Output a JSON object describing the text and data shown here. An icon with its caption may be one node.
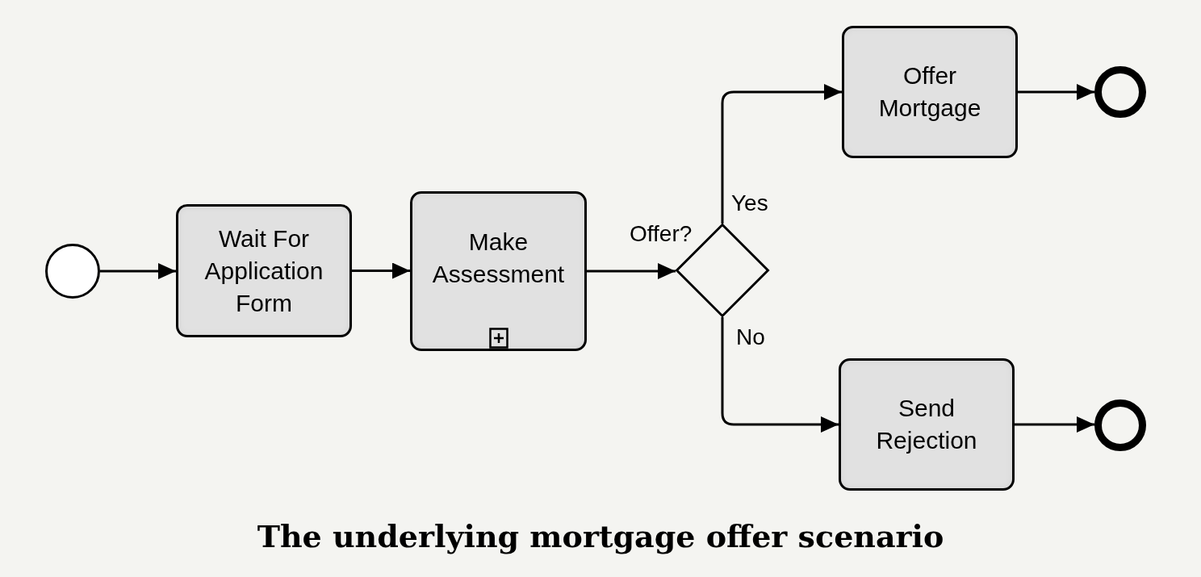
{
  "diagram": {
    "caption": "The underlying mortgage offer scenario",
    "nodes": [
      {
        "text": [],
        "shape": "circle"
      },
      {
        "text": [
          "Wait For Application Form"
        ]
      },
      {
        "text": [
          "Make Assessment"
        ]
      },
      {
        "text": [],
        "shape": "diamond",
        "beside": [
          "Offer?"
        ]
      },
      {
        "text": [
          "Offer Mortgage"
        ]
      },
      {
        "text": [],
        "shape": "circle"
      },
      {
        "text": [
          "Send Rejection"
        ]
      },
      {
        "text": [],
        "shape": "circle"
      }
    ],
    "edges": [
      {
        "from": 0,
        "to": 1,
        "arrow": "to"
      },
      {
        "from": 1,
        "to": 2,
        "arrow": "to"
      },
      {
        "from": 2,
        "to": 3,
        "arrow": "to"
      },
      {
        "from": 3,
        "to": 4,
        "arrow": "to",
        "label": "Yes"
      },
      {
        "from": 3,
        "to": 6,
        "arrow": "to",
        "label": "No"
      },
      {
        "from": 4,
        "to": 5,
        "arrow": "to"
      },
      {
        "from": 6,
        "to": 7,
        "arrow": "to"
      }
    ]
  }
}
